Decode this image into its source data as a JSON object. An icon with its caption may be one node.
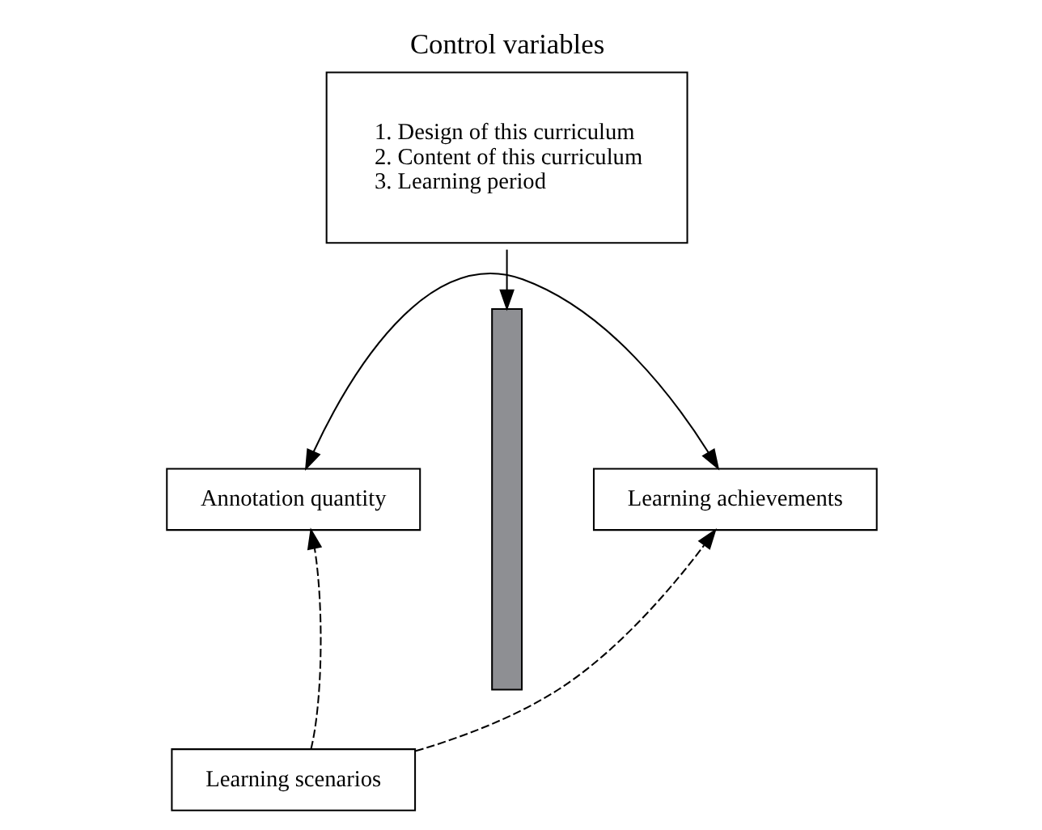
{
  "diagram": {
    "nodes": [
      {
        "text": [
          "Control variables",
          "1. Design of this curriculum",
          "2. Content of this curriculum",
          "3. Learning period"
        ]
      },
      {
        "text": [],
        "shape": "bar"
      },
      {
        "text": [
          "Annotation quantity"
        ]
      },
      {
        "text": [
          "Learning achievements"
        ]
      },
      {
        "text": [
          "Learning scenarios"
        ]
      }
    ],
    "edges": [
      {
        "from": 0,
        "to": 1,
        "arrow": "to"
      },
      {
        "from": 2,
        "to": 3,
        "arrow": "both"
      },
      {
        "from": 4,
        "to": 2,
        "arrow": "to",
        "style": "dashed"
      },
      {
        "from": 4,
        "to": 3,
        "arrow": "to",
        "style": "dashed"
      }
    ]
  }
}
